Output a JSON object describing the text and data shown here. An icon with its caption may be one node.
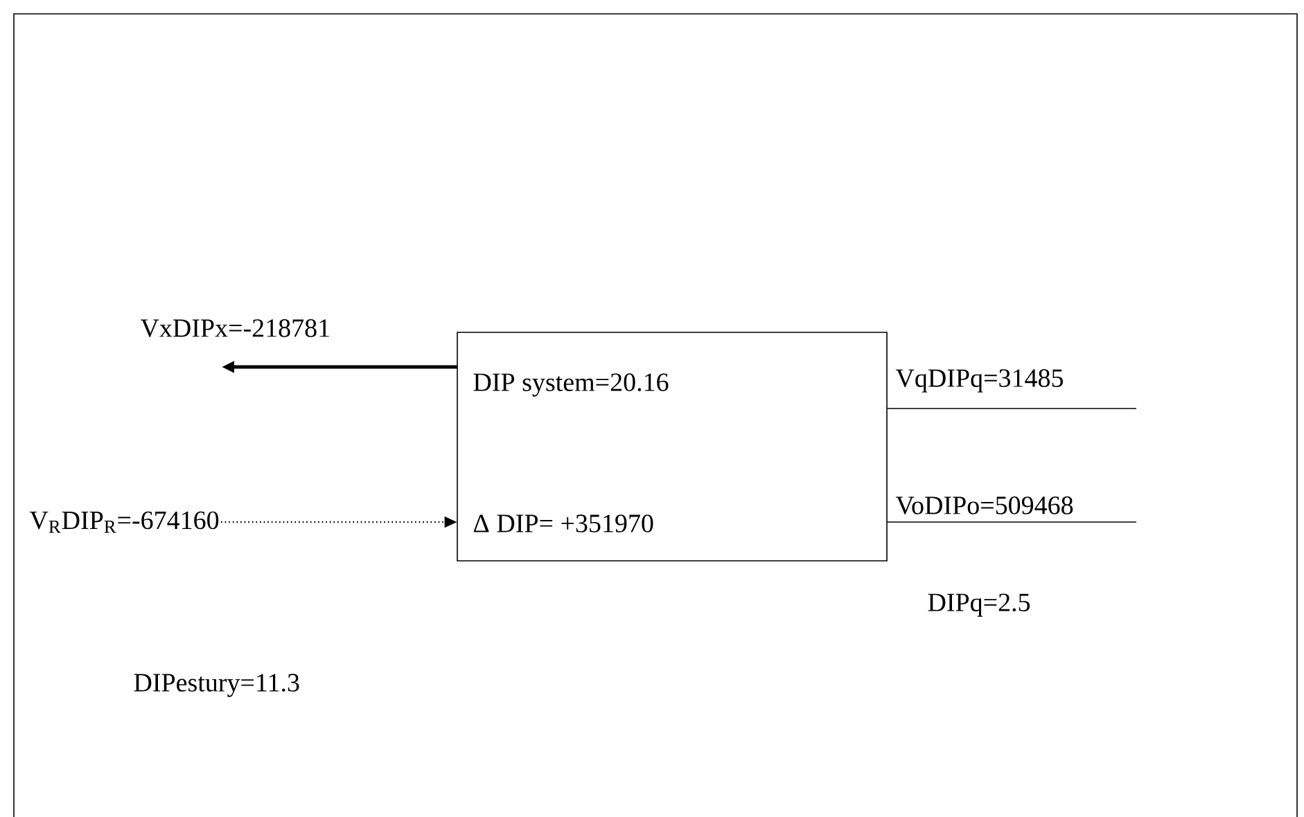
{
  "diagram": {
    "nodes": [
      {
        "text": [
          "DIP system=20.16",
          "Δ DIP= +351970"
        ]
      },
      {
        "text": [
          "V$_{R}$DIP$_{R}$=-674160"
        ]
      }
    ],
    "edges": [
      {
        "from": 0,
        "to": null,
        "arrow": "to",
        "style": "thick",
        "label": "VxDIPx=-218781"
      },
      {
        "from": 1,
        "to": 0,
        "arrow": "to",
        "style": "dashed"
      },
      {
        "from": 0,
        "to": null,
        "arrow": "none",
        "label": "VqDIPq=31485"
      },
      {
        "from": 0,
        "to": null,
        "arrow": "none",
        "label": "VoDIPo=509468"
      }
    ],
    "labels": [
      "DIPq=2.5",
      "DIPestury=11.3"
    ]
  }
}
